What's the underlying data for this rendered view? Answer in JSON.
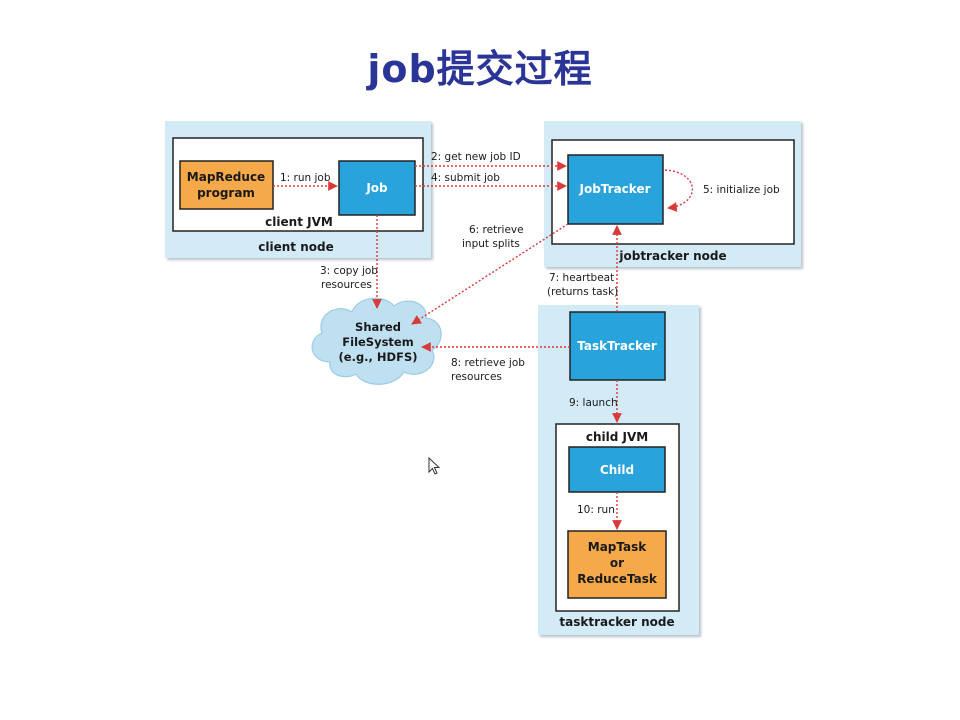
{
  "title": "job提交过程",
  "colors": {
    "title": "#2b3497",
    "node_bg": "#d3ebf7",
    "process_blue": "#29a3dc",
    "task_orange": "#f6a94a",
    "arrow_red": "#d93a3a",
    "cloud": "#bfe0f1"
  },
  "nodes": {
    "client_node": "client node",
    "client_jvm": "client JVM",
    "jobtracker_node": "jobtracker node",
    "tasktracker_node": "tasktracker node",
    "child_jvm": "child JVM"
  },
  "boxes": {
    "mapreduce_program": [
      "MapReduce",
      "program"
    ],
    "job": "Job",
    "jobtracker": "JobTracker",
    "tasktracker": "TaskTracker",
    "child": "Child",
    "maptask": [
      "MapTask",
      "or",
      "ReduceTask"
    ],
    "shared_fs": [
      "Shared",
      "FileSystem",
      "(e.g., HDFS)"
    ]
  },
  "steps": {
    "s1": "1: run job",
    "s2": "2: get new job ID",
    "s3": [
      "3: copy job",
      "resources"
    ],
    "s4": "4: submit job",
    "s5": "5: initialize job",
    "s6": [
      "6: retrieve",
      "input splits"
    ],
    "s7": [
      "7: heartbeat",
      "(returns task)"
    ],
    "s8": [
      "8: retrieve job",
      "resources"
    ],
    "s9": "9: launch",
    "s10": "10: run"
  },
  "icons": {
    "cursor": "mouse-pointer-icon"
  }
}
